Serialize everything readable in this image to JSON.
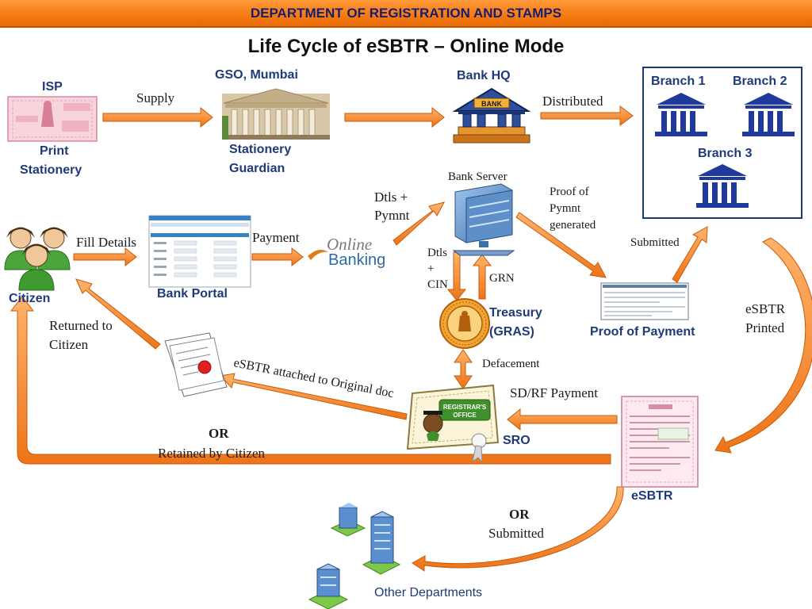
{
  "header": {
    "banner": "DEPARTMENT OF REGISTRATION AND STAMPS",
    "title": "Life Cycle of eSBTR – Online Mode"
  },
  "nodes": {
    "isp": "ISP",
    "print_stationery": [
      "Print",
      "Stationery"
    ],
    "gso": "GSO, Mumbai",
    "stationery_guardian": [
      "Stationery",
      "Guardian"
    ],
    "bank_hq": "Bank HQ",
    "branch1": "Branch 1",
    "branch2": "Branch 2",
    "branch3": "Branch 3",
    "bank_server": "Bank Server",
    "citizen": "Citizen",
    "bank_portal": "Bank Portal",
    "treasury": [
      "Treasury",
      "(GRAS)"
    ],
    "proof_of_payment": "Proof of Payment",
    "sro": "SRO",
    "esbtr": "eSBTR",
    "other_departments": "Other Departments"
  },
  "edges": {
    "supply": "Supply",
    "distributed": "Distributed",
    "fill_details": "Fill Details",
    "payment": "Payment",
    "dtls_pymnt": [
      "Dtls +",
      "Pymnt"
    ],
    "proof_generated": [
      "Proof of",
      "Pymnt",
      "generated"
    ],
    "submitted": "Submitted",
    "dtls_cin": [
      "Dtls",
      "+",
      "CIN"
    ],
    "grn": "GRN",
    "defacement": "Defacement",
    "esbtr_printed": [
      "eSBTR",
      "Printed"
    ],
    "sd_rf_payment": "SD/RF Payment",
    "attached": "eSBTR attached to Original doc",
    "returned": [
      "Returned to",
      "Citizen"
    ],
    "or_1": "OR",
    "retained": "Retained by Citizen",
    "or_2": "OR",
    "submitted_2": "Submitted"
  },
  "icons": {
    "stamp": "stamp-paper-icon",
    "building": "gso-building-icon",
    "bank": "bank-icon",
    "branch": "branch-bank-icon",
    "server": "server-icon",
    "citizens": "citizen-group-icon",
    "portal": "bank-portal-screenshot-icon",
    "online_banking": [
      "Online",
      "Banking"
    ],
    "treasury_seal": "treasury-seal-icon",
    "proof": "proof-document-icon",
    "sro": "registrar-office-icon",
    "certificate": "certificate-icon",
    "esbtr_doc": "esbtr-document-icon",
    "departments": "department-buildings-icon"
  },
  "colors": {
    "accent": "#f47a10",
    "arrow": "#f0842a",
    "arrow_stroke": "#c95a08",
    "navy": "#1f3a78"
  }
}
